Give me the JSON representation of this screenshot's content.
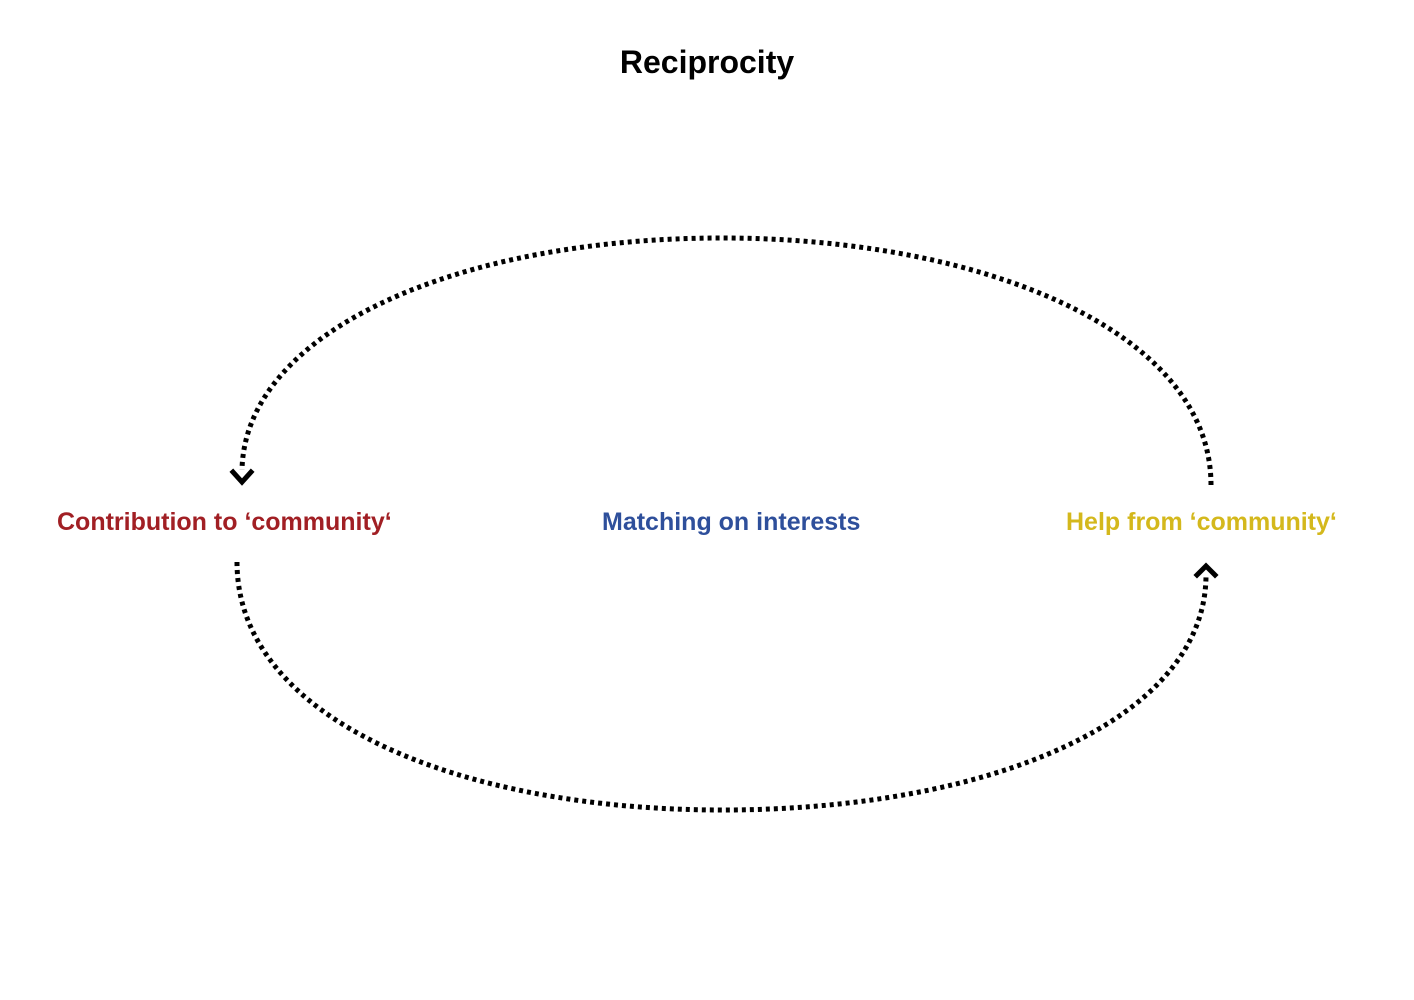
{
  "title": "Reciprocity",
  "nodes": [
    {
      "id": "contribution",
      "label": "Contribution to ‘community‘",
      "color": "#a11f24"
    },
    {
      "id": "matching",
      "label": "Matching on interests",
      "color": "#2e4f9b"
    },
    {
      "id": "help",
      "label": "Help from ‘community‘",
      "color": "#d4b81c"
    }
  ],
  "edges": [
    {
      "from": "help",
      "to": "contribution",
      "style": "dotted",
      "color": "#000000"
    },
    {
      "from": "contribution",
      "to": "help",
      "style": "dotted",
      "color": "#000000"
    }
  ]
}
